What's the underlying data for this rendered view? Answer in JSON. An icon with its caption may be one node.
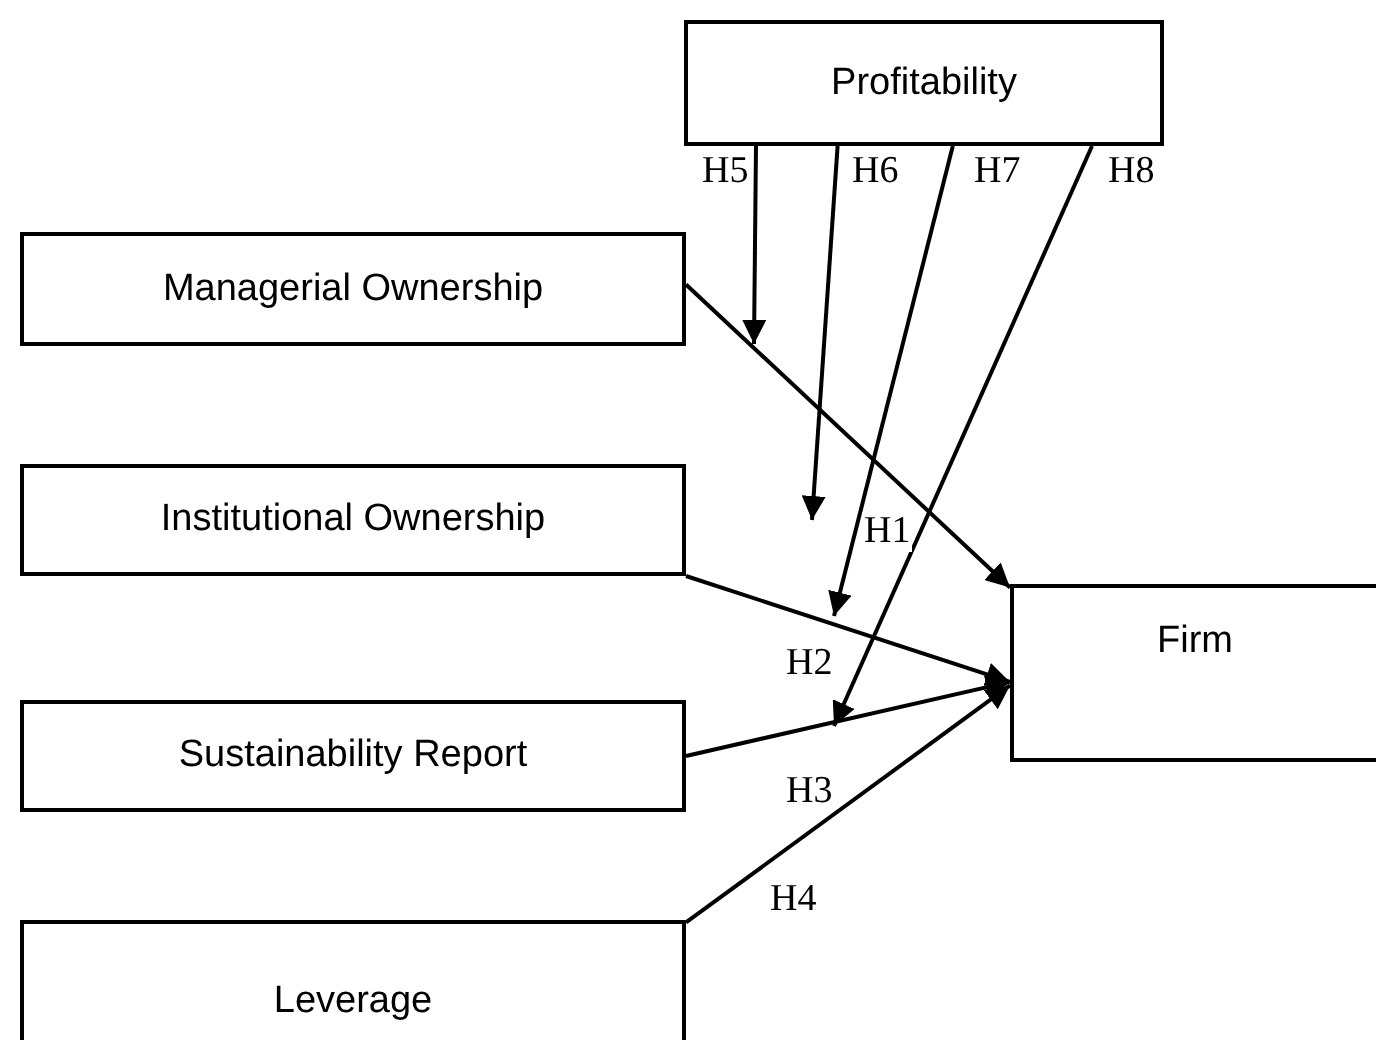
{
  "diagram": {
    "nodes": [
      {
        "text": [
          "Profitability"
        ]
      },
      {
        "text": [
          "Managerial Ownership"
        ]
      },
      {
        "text": [
          "Institutional Ownership"
        ]
      },
      {
        "text": [
          "Sustainability Report"
        ]
      },
      {
        "text": [
          "Leverage"
        ]
      },
      {
        "text": [
          "Firm"
        ]
      }
    ],
    "edges": [
      {
        "from": 1,
        "to": 5,
        "arrow": "to",
        "label": "H1"
      },
      {
        "from": 2,
        "to": 5,
        "arrow": "to",
        "label": "H2"
      },
      {
        "from": 3,
        "to": 5,
        "arrow": "to",
        "label": "H3"
      },
      {
        "from": 4,
        "to": 5,
        "arrow": "to",
        "label": "H4"
      },
      {
        "from": 0,
        "to": null,
        "arrow": "to",
        "label": "H5"
      },
      {
        "from": 0,
        "to": null,
        "arrow": "to",
        "label": "H6"
      },
      {
        "from": 0,
        "to": null,
        "arrow": "to",
        "label": "H7"
      },
      {
        "from": 0,
        "to": null,
        "arrow": "to",
        "label": "H8"
      }
    ]
  }
}
